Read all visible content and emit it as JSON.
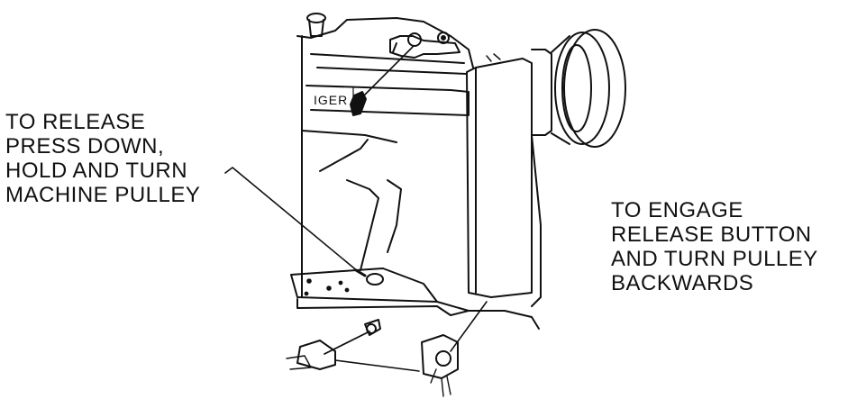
{
  "figure": {
    "brand_plate": "IGER",
    "release_note": {
      "lines": [
        "TO RELEASE",
        "PRESS DOWN,",
        "HOLD AND TURN",
        "MACHINE PULLEY"
      ]
    },
    "engage_note": {
      "lines": [
        "TO ENGAGE",
        "RELEASE BUTTON",
        "AND TURN PULLEY",
        "BACKWARDS"
      ]
    }
  },
  "colors": {
    "ink": "#111111",
    "paper": "#ffffff"
  }
}
